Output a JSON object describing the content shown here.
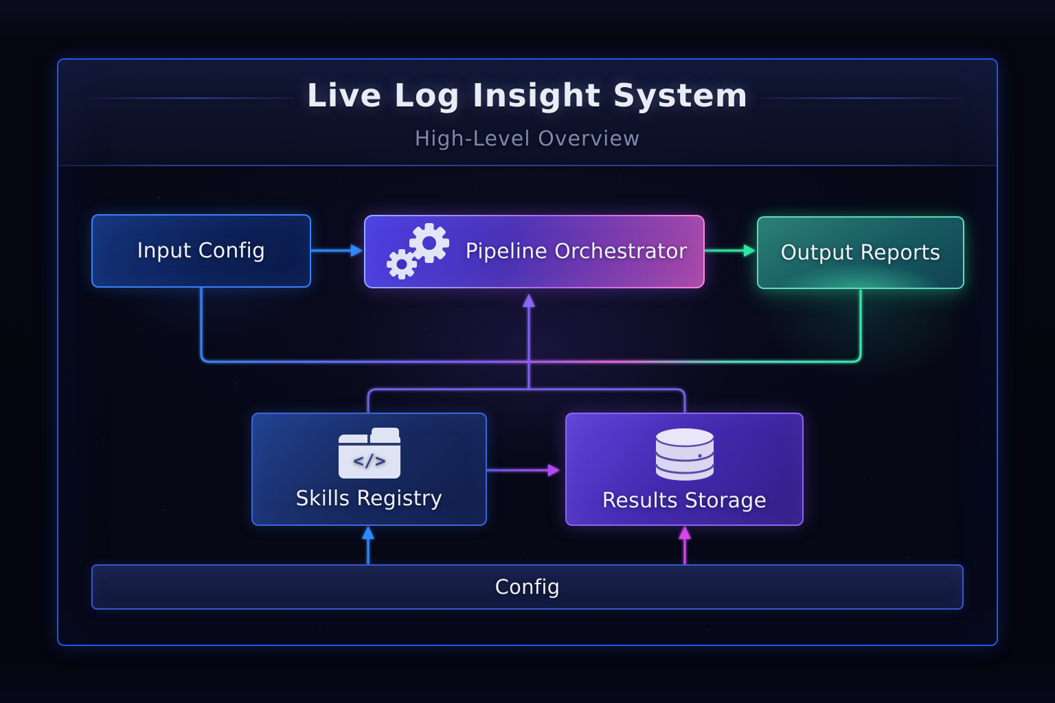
{
  "diagram": {
    "title": "Live Log Insight System",
    "subtitle": "High-Level Overview",
    "nodes": [
      {
        "id": "input-config",
        "label": "Input Config"
      },
      {
        "id": "pipeline-orchestrator",
        "label": "Pipeline Orchestrator",
        "icon": "gears-icon"
      },
      {
        "id": "output-reports",
        "label": "Output Reports"
      },
      {
        "id": "skills-registry",
        "label": "Skills Registry",
        "icon": "code-folder-icon"
      },
      {
        "id": "results-storage",
        "label": "Results Storage",
        "icon": "database-icon"
      },
      {
        "id": "config",
        "label": "Config"
      }
    ],
    "icon_glyphs": {
      "code_folder": "</>"
    },
    "edges": [
      {
        "from": "input-config",
        "to": "pipeline-orchestrator",
        "type": "arrow",
        "color": "#2f8bff"
      },
      {
        "from": "pipeline-orchestrator",
        "to": "output-reports",
        "type": "arrow",
        "color": "#2fe6a0"
      },
      {
        "from": "input-config",
        "to": "output-reports",
        "type": "line",
        "color": "gradient blue-violet-magenta-teal"
      },
      {
        "from": "skills-registry",
        "to": "pipeline-orchestrator",
        "type": "arrow",
        "color": "#8161f2"
      },
      {
        "from": "results-storage",
        "to": "pipeline-orchestrator",
        "type": "line",
        "color": "#7a68ee"
      },
      {
        "from": "skills-registry",
        "to": "results-storage",
        "type": "arrow",
        "color": "#b44af0"
      },
      {
        "from": "config",
        "to": "skills-registry",
        "type": "arrow",
        "color": "#2f8bff"
      },
      {
        "from": "config",
        "to": "results-storage",
        "type": "arrow",
        "color": "#d946ef"
      }
    ],
    "colors": {
      "frame_border": "#2456e8",
      "background": "#05060f",
      "accent_blue": "#2f8bff",
      "accent_teal": "#2fe6a0",
      "accent_violet": "#7a5cf5",
      "accent_magenta": "#d946ef",
      "node_input_fill": "#0d2158",
      "node_pipeline_fill": "#4a32b6",
      "node_output_fill": "#175a60",
      "node_skills_fill": "#17295f",
      "node_results_fill": "#4229ae",
      "node_config_fill": "#101739"
    }
  }
}
